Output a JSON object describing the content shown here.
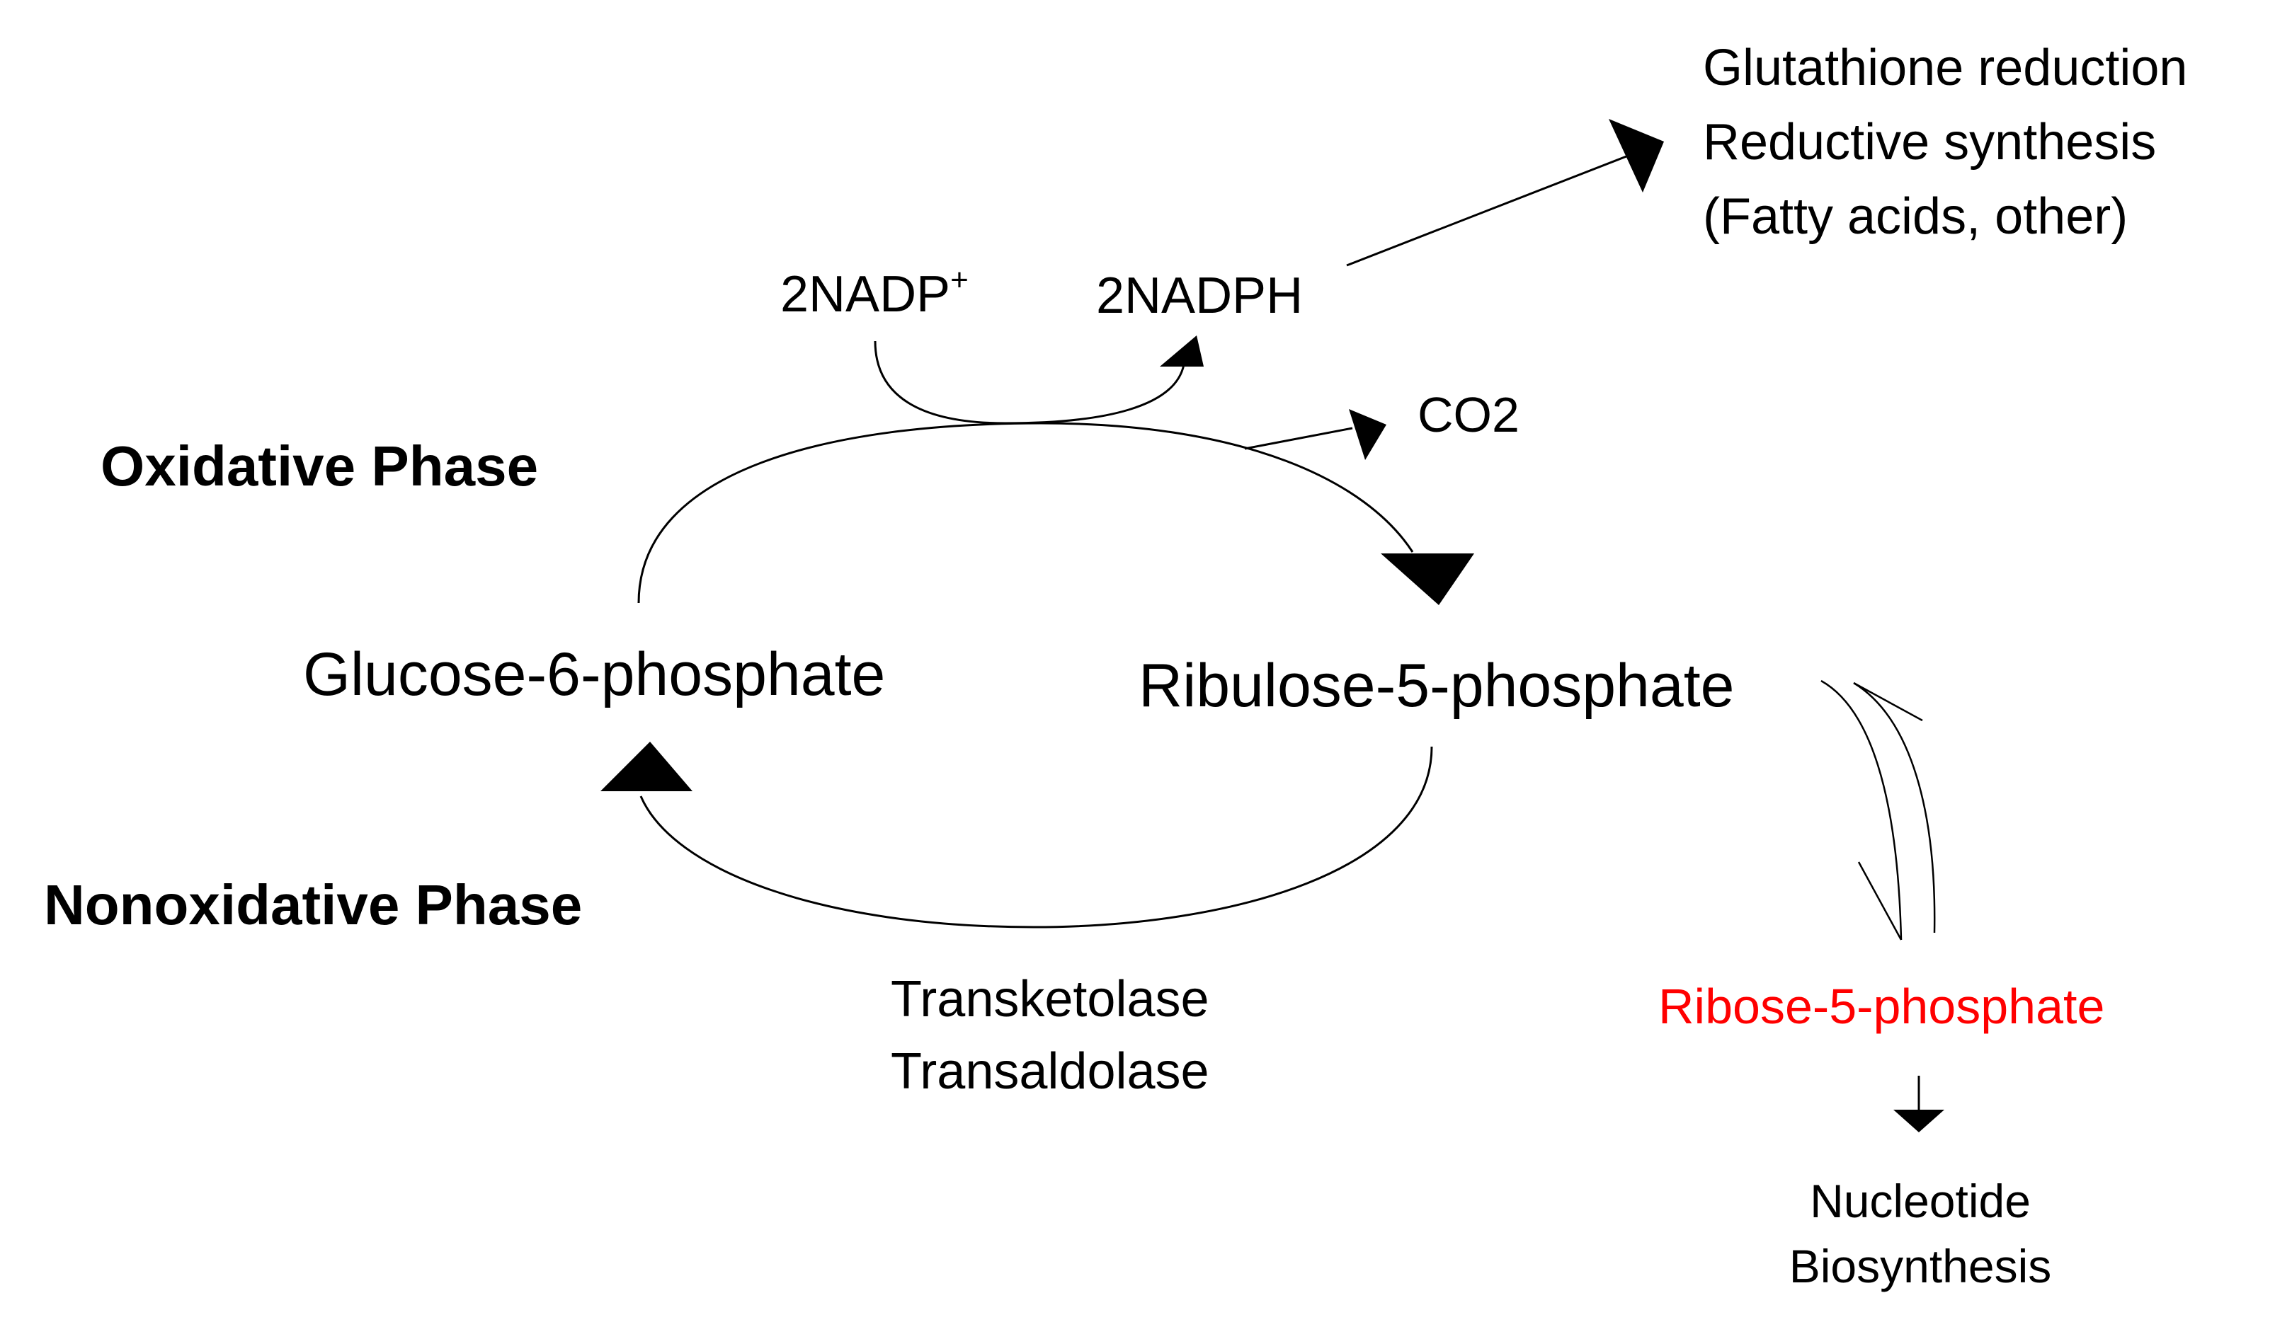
{
  "phases": {
    "oxidative": "Oxidative Phase",
    "nonoxidative": "Nonoxidative Phase"
  },
  "metabolites": {
    "glucose6p": "Glucose-6-phosphate",
    "ribulose5p": "Ribulose-5-phosphate",
    "ribose5p": "Ribose-5-phosphate"
  },
  "cofactors": {
    "nadp_base": "2NADP",
    "nadp_sup": "+",
    "nadph": "2NADPH",
    "co2": "CO2"
  },
  "products": {
    "nadph_uses": [
      "Glutathione reduction",
      "Reductive synthesis",
      "(Fatty acids, other)"
    ],
    "ribose_use": [
      "Nucleotide",
      "Biosynthesis"
    ]
  },
  "enzymes": [
    "Transketolase",
    "Transaldolase"
  ],
  "colors": {
    "text": "#000000",
    "highlight": "#ff0000",
    "background": "#ffffff"
  }
}
